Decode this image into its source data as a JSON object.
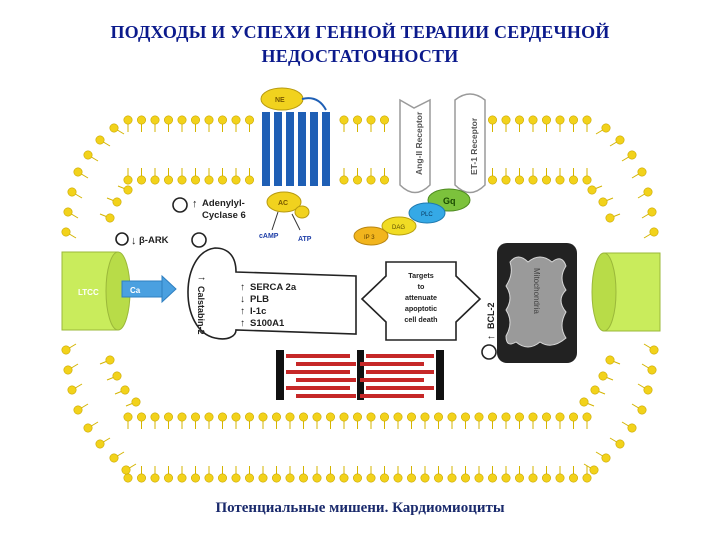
{
  "title": {
    "line1": "ПОДХОДЫ И УСПЕХИ ГЕННОЙ ТЕРАПИИ СЕРДЕЧНОЙ",
    "line2": "НЕДОСТАТОЧНОСТИ"
  },
  "caption": "Потенциальные мишени. Кардиомиоциты",
  "labels": {
    "ne": "NE",
    "ang_receptor": "Ang-II Receptor",
    "et_receptor": "ET-1 Receptor",
    "gq": "Gq",
    "plc": "PLC",
    "dag": "DAG",
    "ip3": "IP 3",
    "ac": "AC",
    "camp": "cAMP",
    "atp": "ATP",
    "adenylyl1": "Adenylyl-",
    "adenylyl2": "Cyclase 6",
    "bark": "β-ARK",
    "ltcc": "LTCC",
    "ca": "Ca",
    "calstabin": "Calstabin-2",
    "serca": "SERCA 2a",
    "plb": "PLB",
    "i1c": "I-1c",
    "s100a1": "S100A1",
    "targets": [
      "Targets",
      "to",
      "attenuate",
      "apoptotic",
      "cell death"
    ],
    "bcl2": "BCL-2",
    "mitochondria": "Mitochondria"
  },
  "colors": {
    "title": "#0b1a8c",
    "lipid_head": "#f2d21b",
    "receptor_blue": "#1f5fb5",
    "ltcc_green": "#c9ec5c",
    "gq_green": "#7cc23c",
    "plc_blue": "#35a9e6",
    "dag_yellow": "#f1dc24",
    "ip3_orange": "#f2b51d",
    "ne_yellow": "#f1d21e",
    "sarcomere_red": "#c62828",
    "mito_gray": "#9a9a9a"
  }
}
